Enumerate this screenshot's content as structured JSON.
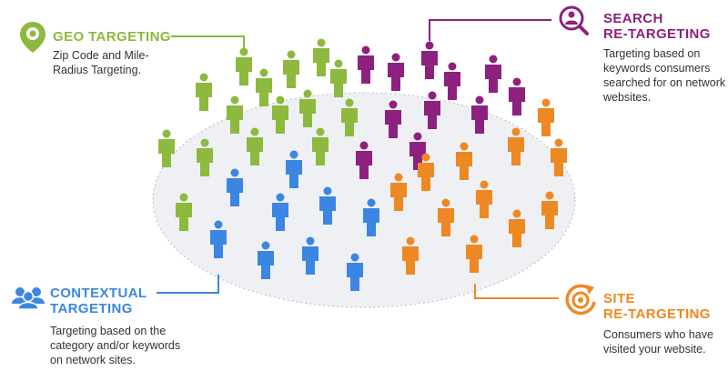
{
  "colors": {
    "geo": "#8cb93e",
    "search": "#8d2180",
    "contextual": "#3b86e3",
    "site": "#ee8822",
    "ellipse_fill": "#eef0f4",
    "ellipse_stroke": "#b8bcc6"
  },
  "segments": {
    "geo": {
      "title": "GEO TARGETING",
      "description": "Zip Code and Mile-\nRadius Targeting.",
      "icon": "map-pin-icon"
    },
    "search": {
      "title": "SEARCH\nRE-TARGETING",
      "description": "Targeting based on\nkeywords consumers\nsearched for on network\nwebsites.",
      "icon": "search-person-icon"
    },
    "contextual": {
      "title": "CONTEXTUAL\nTARGETING",
      "description": "Targeting based on the\ncategory and/or keywords\non network sites.",
      "icon": "people-group-icon"
    },
    "site": {
      "title": "SITE\nRE-TARGETING",
      "description": "Consumers who have\nvisited your website.",
      "icon": "target-refresh-icon"
    }
  }
}
